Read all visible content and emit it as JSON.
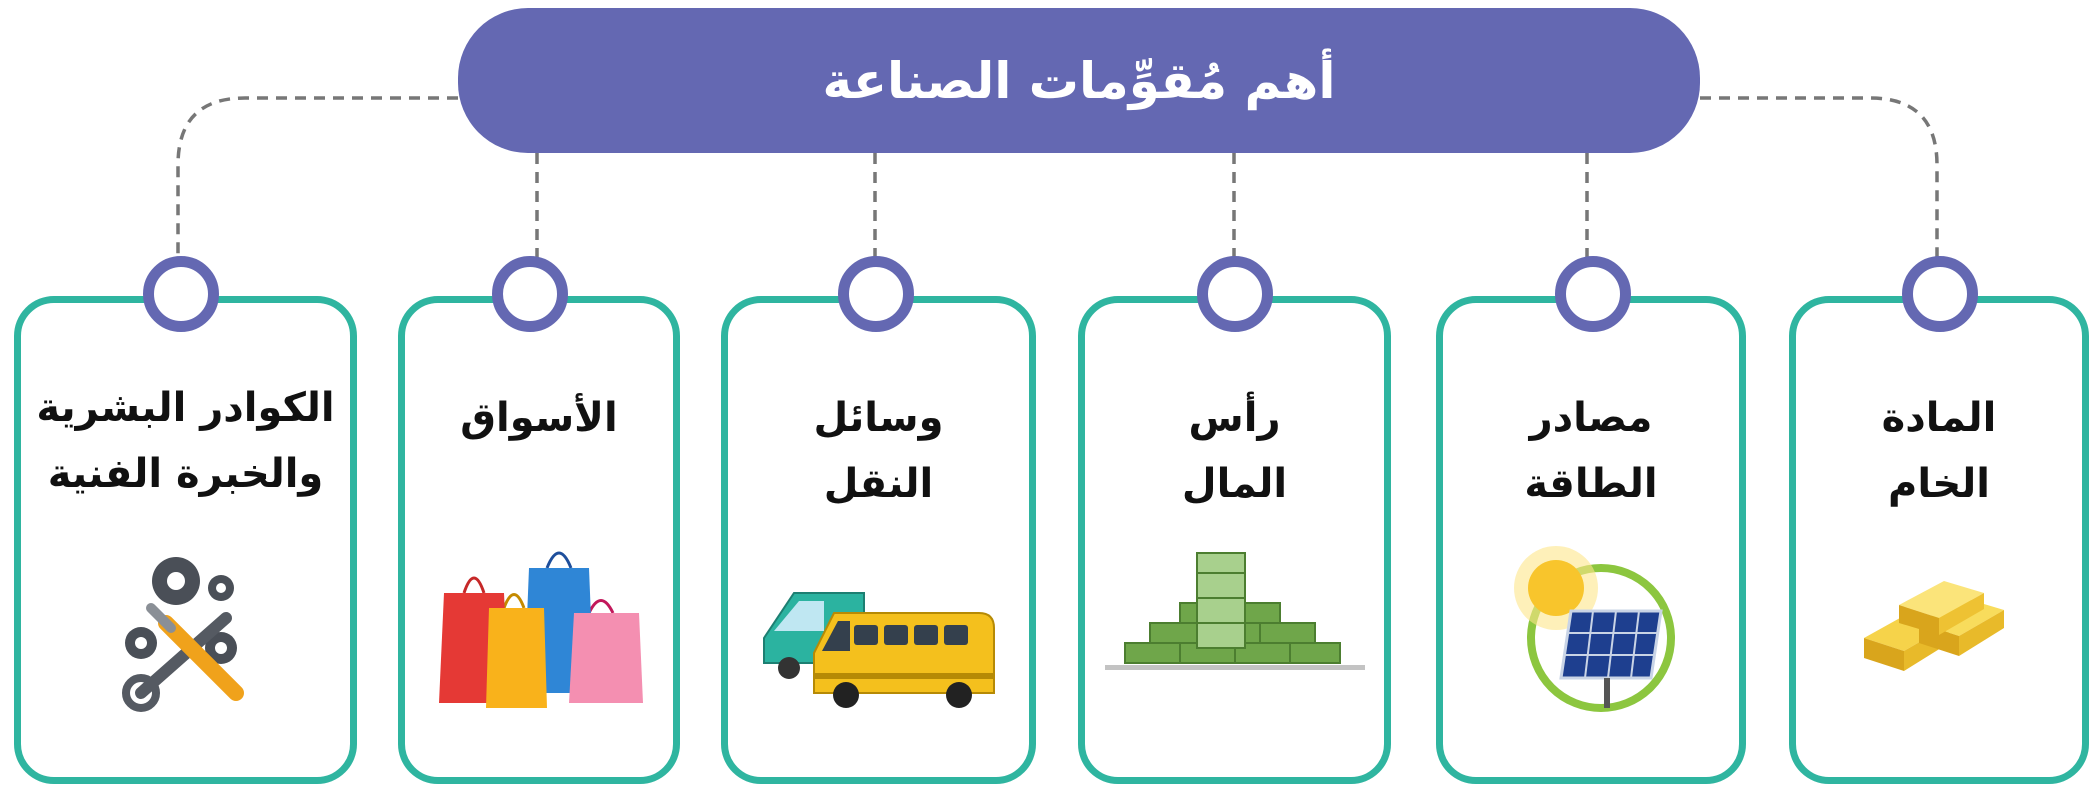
{
  "title": "أهم مُقوِّمات الصناعة",
  "colors": {
    "title_bg": "#6468b2",
    "card_border": "#2fb5a0",
    "node": "#6468b2",
    "connector": "#777777"
  },
  "cards": [
    {
      "label": "المادة\nالخام",
      "icon": "gold-bars-icon"
    },
    {
      "label": "مصادر\nالطاقة",
      "icon": "solar-energy-icon"
    },
    {
      "label": "رأس\nالمال",
      "icon": "money-stack-icon"
    },
    {
      "label": "وسائل\nالنقل",
      "icon": "vehicles-icon"
    },
    {
      "label": "الأسواق",
      "icon": "shopping-bags-icon"
    },
    {
      "label": "الكوادر البشرية\nوالخبرة الفنية",
      "icon": "tools-gears-icon"
    }
  ]
}
